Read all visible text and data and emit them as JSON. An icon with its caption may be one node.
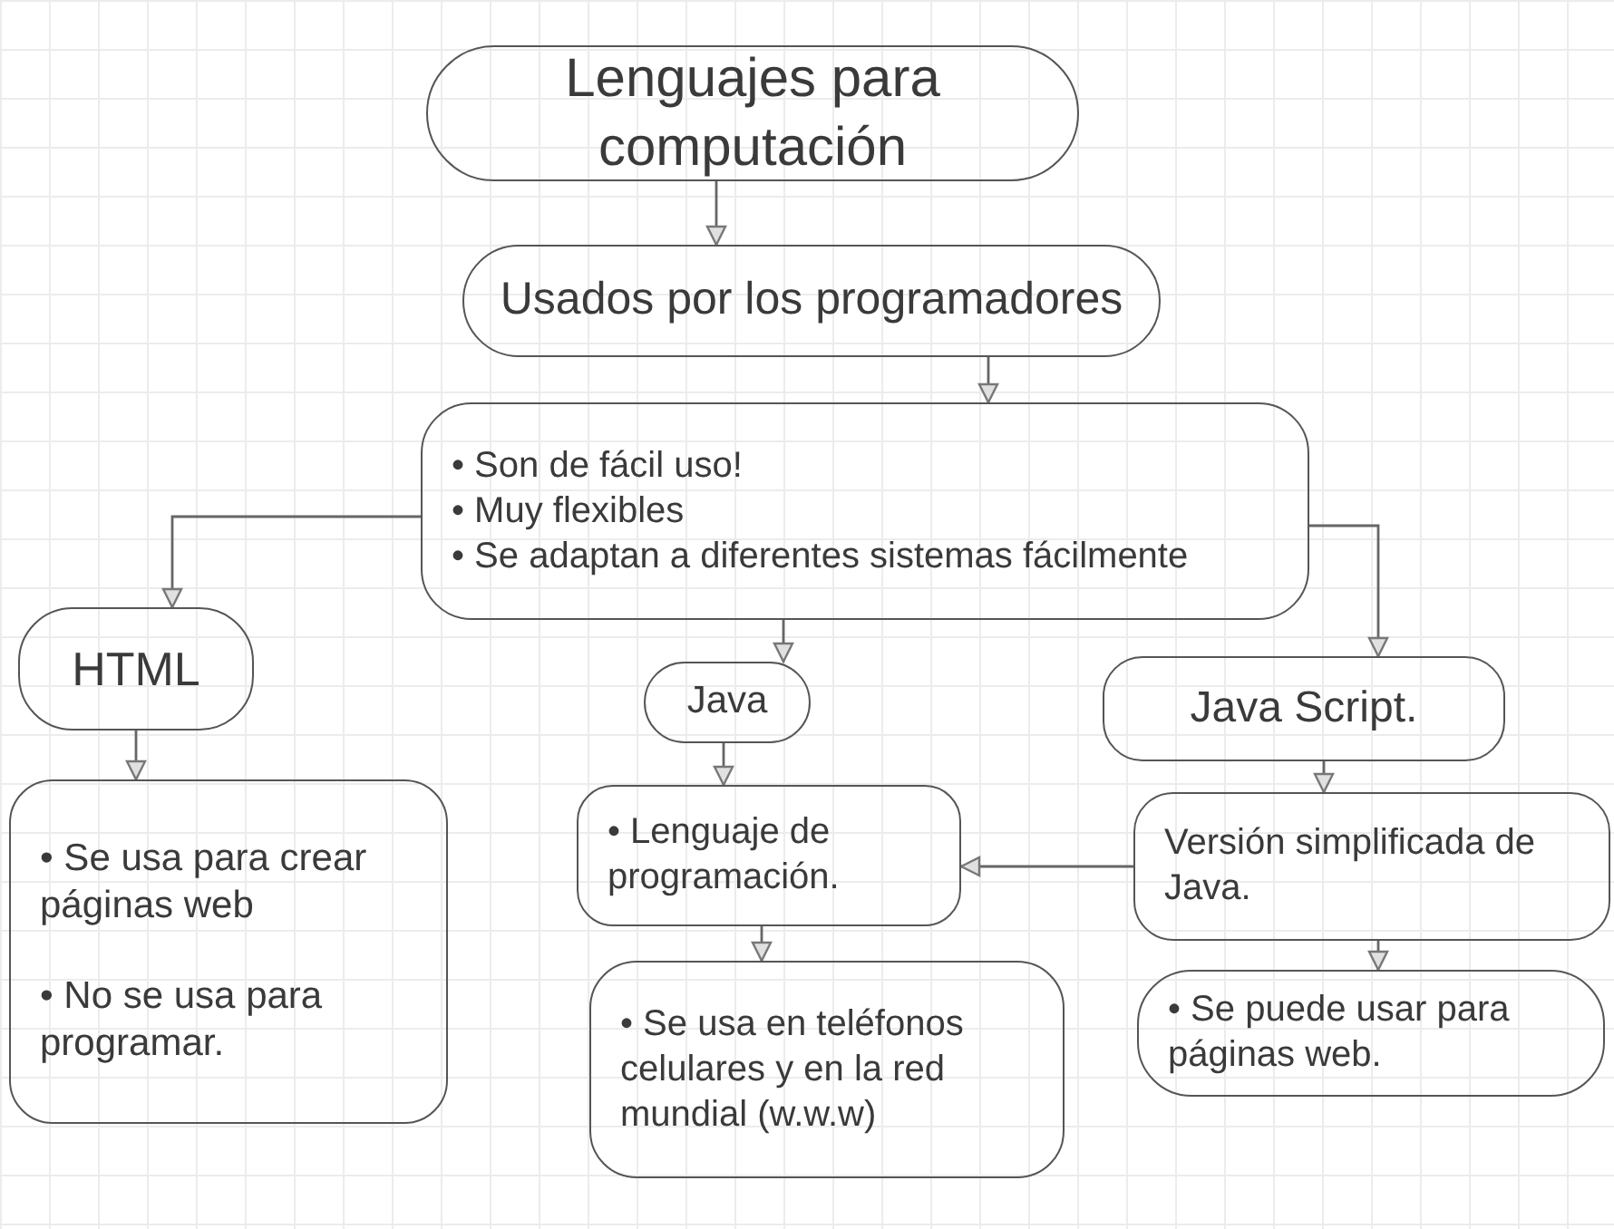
{
  "diagram": {
    "nodes": [
      {
        "text": [
          "Lenguajes para computación"
        ]
      },
      {
        "text": [
          "Usados por los programadores"
        ]
      },
      {
        "text": [
          "• Son de fácil uso!",
          "• Muy flexibles",
          "• Se adaptan a diferentes sistemas fácilmente"
        ]
      },
      {
        "text": [
          "HTML"
        ]
      },
      {
        "text": [
          "• Se usa para crear páginas web",
          "• No se usa para programar."
        ]
      },
      {
        "text": [
          "Java"
        ]
      },
      {
        "text": [
          "• Lenguaje de programación."
        ]
      },
      {
        "text": [
          "• Se usa en teléfonos celulares y en la red mundial (w.w.w)"
        ]
      },
      {
        "text": [
          "Java Script."
        ]
      },
      {
        "text": [
          "Versión simplificada de Java."
        ]
      },
      {
        "text": [
          "• Se puede usar para páginas web."
        ]
      }
    ],
    "edges": [
      {
        "from": 0,
        "to": 1,
        "arrow": "to"
      },
      {
        "from": 1,
        "to": 2,
        "arrow": "to"
      },
      {
        "from": 2,
        "to": 3,
        "arrow": "to"
      },
      {
        "from": 2,
        "to": 5,
        "arrow": "to"
      },
      {
        "from": 2,
        "to": 8,
        "arrow": "to"
      },
      {
        "from": 3,
        "to": 4,
        "arrow": "to"
      },
      {
        "from": 5,
        "to": 6,
        "arrow": "to"
      },
      {
        "from": 6,
        "to": 7,
        "arrow": "to"
      },
      {
        "from": 8,
        "to": 9,
        "arrow": "to"
      },
      {
        "from": 9,
        "to": 10,
        "arrow": "to"
      },
      {
        "from": 9,
        "to": 6,
        "arrow": "to"
      }
    ]
  }
}
